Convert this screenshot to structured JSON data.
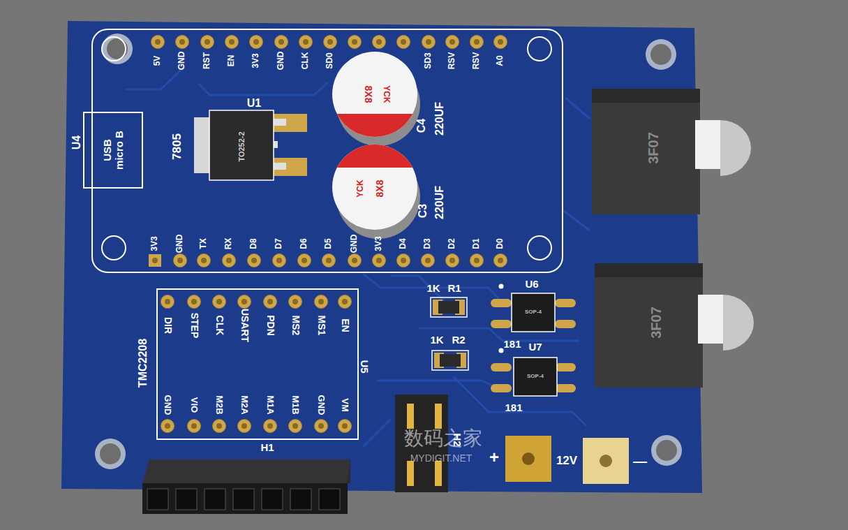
{
  "diagram": {
    "nodes": [
      {
        "text": [
          "U4",
          "USB micro B"
        ]
      },
      {
        "text": [
          "TO252-2"
        ]
      },
      {
        "text": [
          "8X8",
          "YCK"
        ]
      },
      {
        "text": [
          "YCK",
          "8X8"
        ]
      },
      {
        "text": [
          "TMC2208",
          "U5"
        ]
      },
      {
        "text": [
          "3F07"
        ]
      },
      {
        "text": [
          "3F07"
        ]
      },
      {
        "text": [
          "SOP-4"
        ]
      },
      {
        "text": [
          "SOP-4"
        ]
      }
    ],
    "labels": [
      "5V",
      "GND",
      "RST",
      "EN",
      "3V3",
      "GND",
      "CLK",
      "SD0",
      "SD3",
      "RSV",
      "RSV",
      "A0",
      "3V3",
      "GND",
      "TX",
      "RX",
      "D8",
      "D7",
      "D6",
      "D5",
      "GND",
      "3V3",
      "D4",
      "D3",
      "D2",
      "D1",
      "D0",
      "U1",
      "7805",
      "C4",
      "220UF",
      "C3",
      "220UF",
      "DIR",
      "STEP",
      "CLK",
      "USART",
      "PDN",
      "MS2",
      "MS1",
      "EN",
      "GND",
      "VIO",
      "M2B",
      "M2A",
      "M1A",
      "M1B",
      "GND",
      "VM",
      "H1",
      "H2",
      "1K",
      "R1",
      "1K",
      "R2",
      "U6",
      "181",
      "U7",
      "181",
      "+",
      "12V",
      "—",
      "数码之家",
      "MYDIGIT.NET"
    ]
  }
}
